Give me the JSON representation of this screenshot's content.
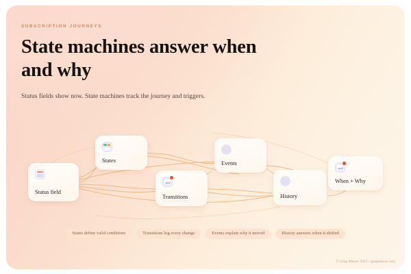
{
  "header": {
    "eyebrow": "SUBSCRIPTION JOURNEYS",
    "title": "State machines answer when and why",
    "subtitle": "Status fields show now. State machines track the journey and triggers."
  },
  "diagram": {
    "nodes": [
      {
        "label": "Status field",
        "icon": "form-icon"
      },
      {
        "label": "States",
        "icon": "chips-icon"
      },
      {
        "label": "Transitions",
        "icon": "photo-alert-icon"
      },
      {
        "label": "Events",
        "icon": "circle-icon"
      },
      {
        "label": "History",
        "icon": "circle-icon"
      },
      {
        "label": "When + Why",
        "icon": "photo-alert-icon"
      }
    ]
  },
  "chips": [
    {
      "label": "States define valid conditions"
    },
    {
      "label": "Transitions log every change"
    },
    {
      "label": "Events explain why it moved"
    },
    {
      "label": "History answers when it shifted"
    }
  ],
  "footer": {
    "credit": "© Greg Meyer 2025 • gregmeyer.com"
  },
  "colors": {
    "accent": "#e8934f",
    "wire": "#eca763",
    "panel_start": "#f9d3c4",
    "panel_end": "#fdf5e9",
    "chip_bg": "#fbe3cf",
    "title": "#17120f"
  }
}
